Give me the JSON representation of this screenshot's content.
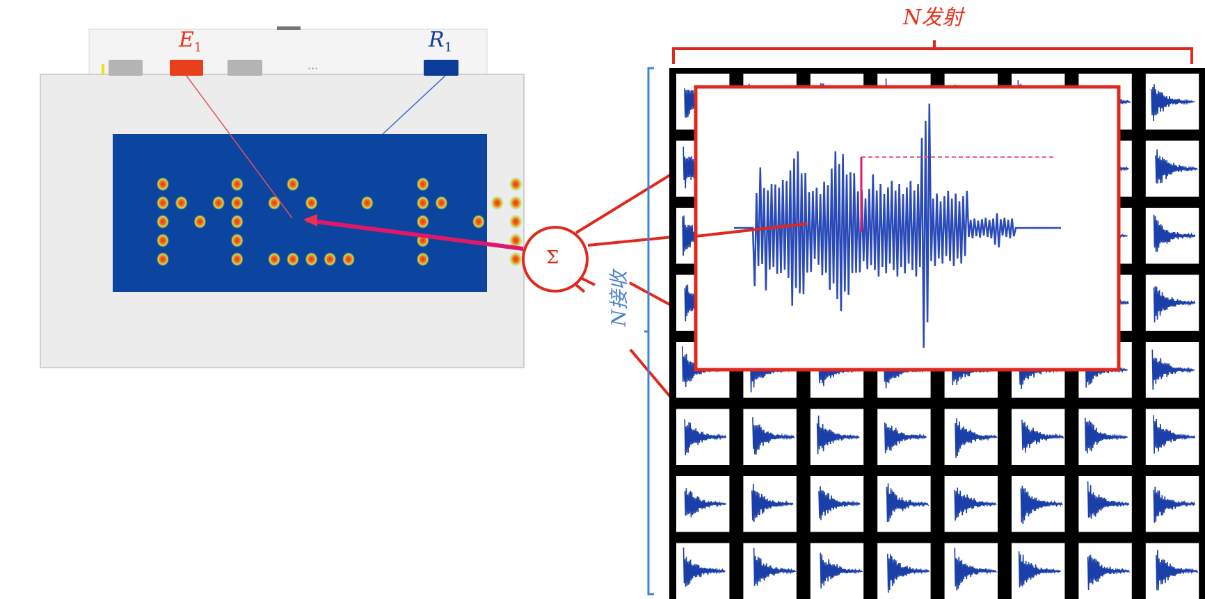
{
  "diagram": {
    "labels": {
      "emitter": "E",
      "emitter_sub": "1",
      "receiver": "R",
      "receiver_sub": "1",
      "n_transmit": "N发射",
      "n_receive": "N接收",
      "sum_symbol": "Σ",
      "ellipsis": "···"
    },
    "colors": {
      "emitter": "#e8321e",
      "receiver": "#143c96",
      "line_red": "#e8281c",
      "bracket_blue": "#3a86d8",
      "waveform_blue": "#1a3fa8",
      "image_bg": "#0b45a0",
      "device_bg": "#ececec",
      "grid_black": "#000000"
    },
    "matrix": {
      "rows": 8,
      "cols": 8
    },
    "image_dots": [
      [
        0,
        0
      ],
      [
        0,
        1
      ],
      [
        0,
        2
      ],
      [
        0,
        3
      ],
      [
        0,
        4
      ],
      [
        1,
        1
      ],
      [
        2,
        2
      ],
      [
        3,
        1
      ],
      [
        4,
        0
      ],
      [
        4,
        1
      ],
      [
        4,
        2
      ],
      [
        4,
        3
      ],
      [
        4,
        4
      ],
      [
        6,
        1
      ],
      [
        6,
        4
      ],
      [
        7,
        0
      ],
      [
        7,
        4
      ],
      [
        8,
        1
      ],
      [
        8,
        4
      ],
      [
        9,
        4
      ],
      [
        10,
        4
      ],
      [
        11,
        1
      ],
      [
        14,
        0
      ],
      [
        14,
        1
      ],
      [
        14,
        2
      ],
      [
        14,
        3
      ],
      [
        14,
        4
      ],
      [
        15,
        1
      ],
      [
        17,
        2
      ],
      [
        18,
        1
      ],
      [
        19,
        0
      ],
      [
        19,
        1
      ],
      [
        19,
        2
      ],
      [
        19,
        3
      ],
      [
        19,
        4
      ]
    ]
  }
}
